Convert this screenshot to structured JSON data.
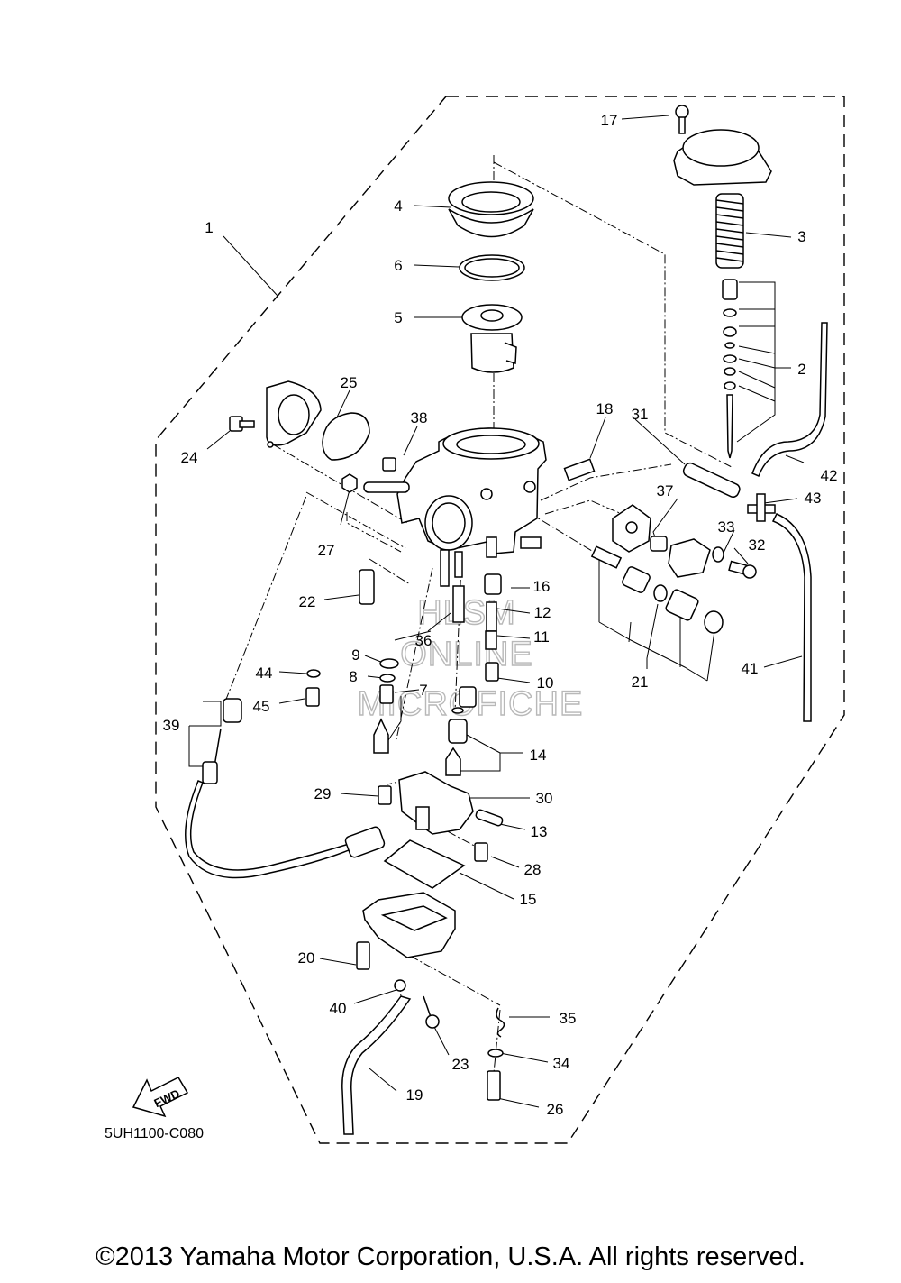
{
  "diagram": {
    "code": "5UH1100-C080",
    "direction_label": "FWD",
    "watermark": [
      "HLSM",
      "ONLINE",
      "MICROFICHE"
    ],
    "part_labels": [
      "1",
      "2",
      "3",
      "4",
      "5",
      "6",
      "7",
      "8",
      "9",
      "10",
      "11",
      "12",
      "13",
      "14",
      "15",
      "16",
      "17",
      "18",
      "19",
      "20",
      "21",
      "22",
      "23",
      "24",
      "25",
      "26",
      "27",
      "28",
      "29",
      "30",
      "31",
      "32",
      "33",
      "34",
      "35",
      "36",
      "37",
      "38",
      "39",
      "40",
      "41",
      "42",
      "43",
      "44",
      "45"
    ]
  },
  "footer": {
    "copyright": "©2013 Yamaha Motor Corporation, U.S.A. All rights reserved."
  }
}
